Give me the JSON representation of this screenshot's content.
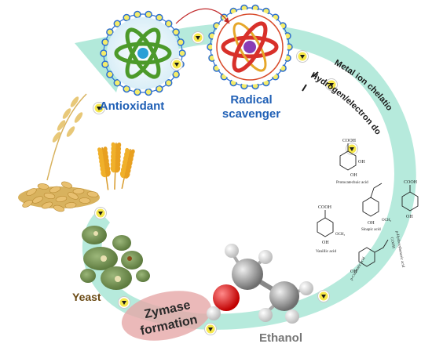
{
  "labels": {
    "antioxidant": "Antioxidant",
    "radical_line1": "Radical",
    "radical_line2": "scavenger",
    "yeast": "Yeast",
    "zymase_line1": "Zymase",
    "zymase_line2": "formation",
    "ethanol": "Ethanol",
    "metal_ion": "Metal ion chelation",
    "hydrogen_donor": "Hydrogen/electron donor"
  },
  "compounds": {
    "protocatechuic": "Protocatechuic acid",
    "sinapic": "Sinapic acid",
    "vanillic": "Vanillic acid",
    "p_hydroxybenzoic": "p-Hydroxybenzoic acid",
    "p_coumaric": "p-Coumaric acid"
  },
  "groups": {
    "cooh": "COOH",
    "oh": "OH",
    "och3": "OCH₃"
  },
  "colors": {
    "cycle_arrow": "#aee8d8",
    "antioxidant_text": "#1f5fb5",
    "radical_text": "#1f5fb5",
    "yeast_text": "#6b4a14",
    "zymase_bg": "#e6a8a8",
    "ethanol_text": "#777777",
    "badge_fill": "#f6e84a",
    "bead_fill": "#f4ec6a",
    "bead_ring": "#2d6fd0"
  },
  "icons": [
    "atom-icon",
    "radical-atom-icon",
    "grain-icon",
    "wheat-icon",
    "yeast-cell-icon",
    "ethanol-molecule-icon",
    "arrow-badge-icon"
  ]
}
